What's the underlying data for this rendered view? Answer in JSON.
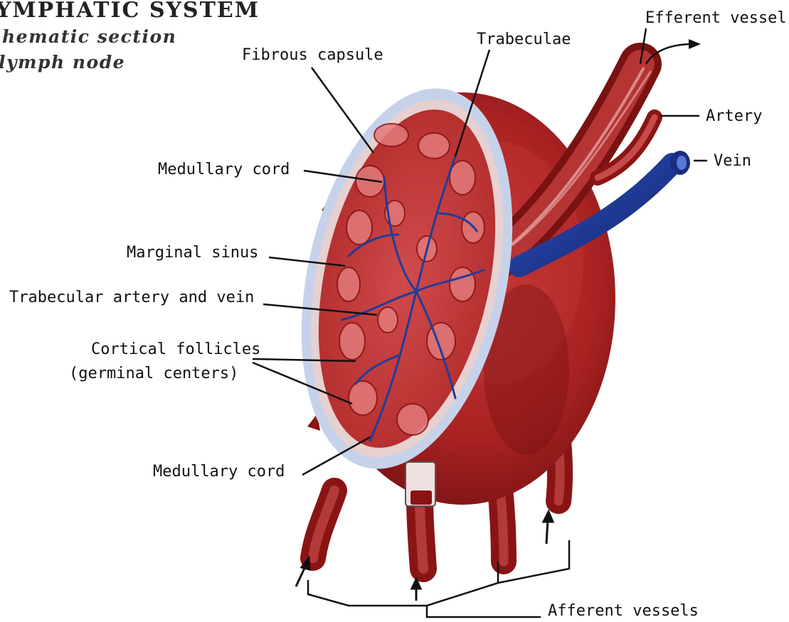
{
  "header": {
    "title": "YMPHATIC SYSTEM",
    "subtitle_line1": "hematic section",
    "subtitle_line2": "lymph node"
  },
  "labels": {
    "efferent_vessel": "Efferent vessel",
    "trabeculae": "Trabeculae",
    "fibrous_capsule": "Fibrous capsule",
    "artery": "Artery",
    "vein": "Vein",
    "medullary_cord_top": "Medullary cord",
    "marginal_sinus": "Marginal sinus",
    "trabecular_artery_vein": "Trabecular artery and vein",
    "cortical_follicles_line1": "Cortical follicles",
    "cortical_follicles_line2": "(germinal centers)",
    "medullary_cord_bottom": "Medullary cord",
    "afferent_vessels": "Afferent vessels"
  },
  "colors": {
    "tissue_dark": "#8a1414",
    "tissue": "#b52a2a",
    "tissue_light": "#d96b6b",
    "capsule_blue": "#aebfe0",
    "vein_blue": "#1f3d9a"
  }
}
